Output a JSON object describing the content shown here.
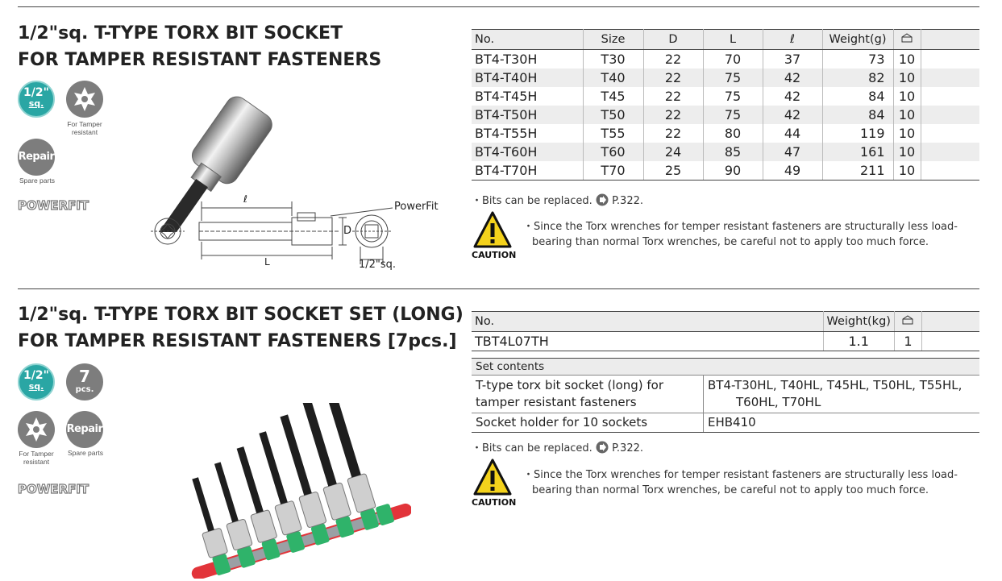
{
  "section1": {
    "title_line1": "1/2\"sq. T-TYPE TORX BIT SOCKET",
    "title_line2": "FOR TAMPER RESISTANT FASTENERS",
    "badges": {
      "drive_top": "1/2\"",
      "drive_bottom": "sq.",
      "tamper_caption1": "For Tamper",
      "tamper_caption2": "resistant",
      "repair": "Repair",
      "repair_caption": "Spare parts",
      "brand": "POWERFIT"
    },
    "diagram": {
      "dim_l_small": "ℓ",
      "dim_l": "L",
      "dim_d": "D",
      "powerfit_label": "PowerFit",
      "drive_label": "1/2\"sq."
    },
    "table": {
      "headers": [
        "No.",
        "Size",
        "D",
        "L",
        "ℓ",
        "Weight(g)"
      ],
      "rows": [
        [
          "BT4-T30H",
          "T30",
          "22",
          "70",
          "37",
          "73",
          "10"
        ],
        [
          "BT4-T40H",
          "T40",
          "22",
          "75",
          "42",
          "82",
          "10"
        ],
        [
          "BT4-T45H",
          "T45",
          "22",
          "75",
          "42",
          "84",
          "10"
        ],
        [
          "BT4-T50H",
          "T50",
          "22",
          "75",
          "42",
          "84",
          "10"
        ],
        [
          "BT4-T55H",
          "T55",
          "22",
          "80",
          "44",
          "119",
          "10"
        ],
        [
          "BT4-T60H",
          "T60",
          "24",
          "85",
          "47",
          "161",
          "10"
        ],
        [
          "BT4-T70H",
          "T70",
          "25",
          "90",
          "49",
          "211",
          "10"
        ]
      ]
    },
    "note": "・Bits can be replaced.",
    "note_ref": "P.322.",
    "caution_line1": "・Since the Torx wrenches for temper resistant fasteners are structurally less load-",
    "caution_line2": "bearing than normal Torx wrenches, be careful not to apply too much force.",
    "caution_label": "CAUTION"
  },
  "section2": {
    "title_line1": "1/2\"sq. T-TYPE TORX BIT SOCKET SET (LONG)",
    "title_line2": "FOR TAMPER RESISTANT FASTENERS [7pcs.]",
    "badges": {
      "drive_top": "1/2\"",
      "drive_bottom": "sq.",
      "pcs_num": "7",
      "pcs_label": "pcs.",
      "tamper_caption1": "For Tamper",
      "tamper_caption2": "resistant",
      "repair": "Repair",
      "repair_caption": "Spare parts",
      "brand": "POWERFIT"
    },
    "table": {
      "headers": [
        "No.",
        "Weight(kg)"
      ],
      "rows": [
        [
          "TBT4L07TH",
          "1.1",
          "1"
        ]
      ]
    },
    "set_contents": {
      "header": "Set contents",
      "rows": [
        {
          "item_line1": "T-type torx bit socket (long) for",
          "item_line2": "tamper resistant fasteners",
          "parts_line1": "BT4-T30HL, T40HL, T45HL, T50HL, T55HL,",
          "parts_line2": "T60HL, T70HL"
        },
        {
          "item_line1": "Socket holder for 10 sockets",
          "parts_line1": "EHB410"
        }
      ]
    },
    "note": "・Bits can be replaced.",
    "note_ref": "P.322.",
    "caution_line1": "・Since the Torx wrenches for temper resistant fasteners are structurally less load-",
    "caution_line2": "bearing than normal Torx wrenches, be careful not to apply too much force.",
    "caution_label": "CAUTION"
  },
  "colors": {
    "teal": "#2aa6a4",
    "gray": "#7d7d7d",
    "caution_yellow": "#f4d21c",
    "holder_green": "#2fb36a",
    "holder_red": "#e2343a"
  },
  "icons": [
    "torx-star-icon",
    "qty-box-icon",
    "arrow-ref-icon",
    "caution-triangle-icon"
  ]
}
